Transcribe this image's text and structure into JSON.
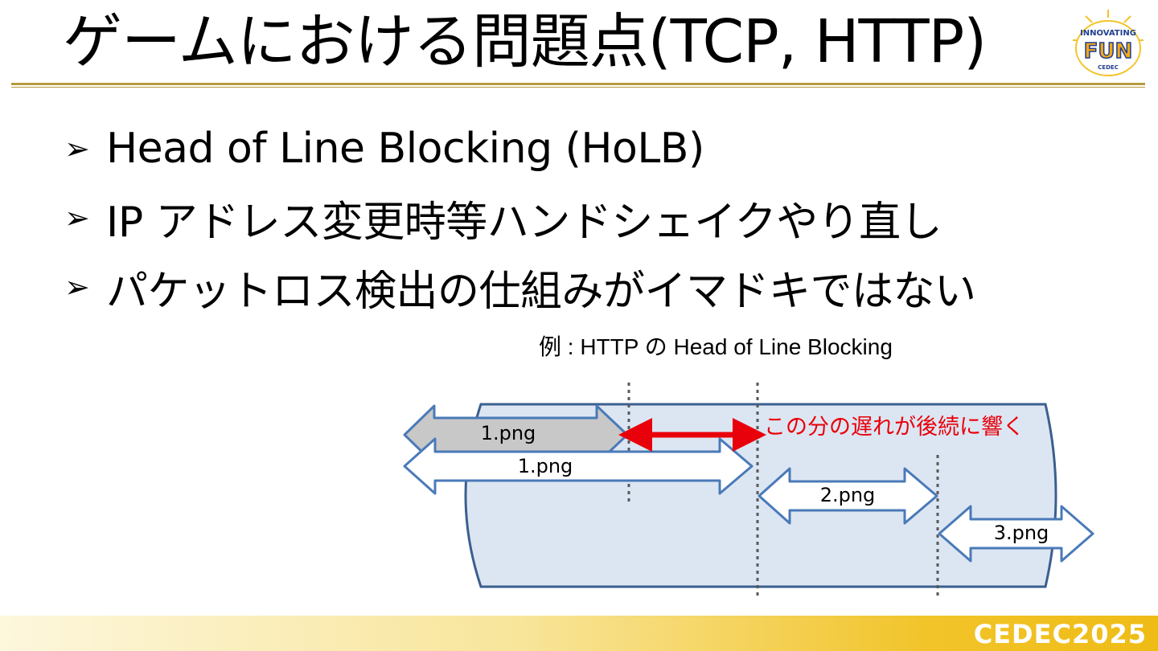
{
  "title": "ゲームにおける問題点(TCP, HTTP)",
  "logo": {
    "name": "innovating-fun-logo",
    "text_top": "INNOVATING",
    "text_main": "FUN",
    "text_sub": "CEDEC"
  },
  "bullets": [
    {
      "marker": "➢",
      "text": "Head of Line Blocking (HoLB)"
    },
    {
      "marker": "➢",
      "text": "IP アドレス変更時等ハンドシェイクやり直し"
    },
    {
      "marker": "➢",
      "text": "パケットロス検出の仕組みがイマドキではない"
    }
  ],
  "example": {
    "caption": "例 : HTTP の Head of Line Blocking",
    "delay_label": "この分の遅れが後続に響く",
    "arrows": {
      "lost": "1.png",
      "retransmit": "1.png",
      "second": "2.png",
      "third": "3.png"
    },
    "colors": {
      "pipe_fill": "#dce6f2",
      "pipe_stroke": "#3b5f8f",
      "arrow_stroke": "#4a7ab8",
      "lost_fill": "#c8c8c8",
      "delay": "#e8000a"
    }
  },
  "footer": {
    "brand": "CEDEC2025"
  }
}
